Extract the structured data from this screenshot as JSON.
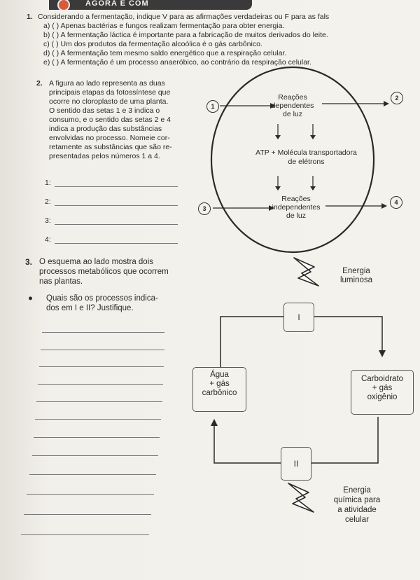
{
  "header": {
    "label": "AGORA É COM"
  },
  "q1": {
    "number": "1.",
    "prompt": "Considerando a fermentação, indique V para as afirmações verdadeiras ou F para as fals",
    "items": [
      "a) (    ) Apenas bactérias e fungos realizam fermentação para obter energia.",
      "b) (    ) A fermentação láctica é importante para a fabricação de muitos derivados do leite.",
      "c) (    ) Um dos produtos da fermentação alcoólica é o gás carbônico.",
      "d) (    ) A fermentação tem mesmo saldo energético que a respiração celular.",
      "e) (    ) A fermentação é um processo anaeróbico, ao contrário da respiração celular."
    ]
  },
  "q2": {
    "number": "2.",
    "lines": [
      "A figura ao lado representa as duas",
      "principais etapas da fotossíntese que",
      "ocorre no cloroplasto de uma planta.",
      "O sentido das setas 1 e 3 indica o",
      "consumo, e o sentido das setas 2 e 4",
      "indica a produção das substâncias",
      "envolvidas no processo. Nomeie cor-",
      "retamente as substâncias que são re-",
      "presentadas pelos números 1 a 4."
    ],
    "answers": [
      "1:",
      "2:",
      "3:",
      "4:"
    ],
    "diagram": {
      "top_reaction": [
        "Reações",
        "dependentes",
        "de luz"
      ],
      "middle": [
        "ATP + Molécula transportadora",
        "de elétrons"
      ],
      "bottom_reaction": [
        "Reações",
        "independentes",
        "de luz"
      ],
      "numbers": [
        "1",
        "2",
        "3",
        "4"
      ]
    }
  },
  "q3": {
    "number": "3.",
    "lines": [
      "O esquema ao lado mostra dois",
      "processos metabólicos que ocorrem",
      "nas plantas."
    ],
    "bullet": [
      "Quais são os processos indica-",
      "dos em I e II? Justifique."
    ],
    "diagram": {
      "energy_top": [
        "Energia",
        "luminosa"
      ],
      "box_top": "I",
      "box_bottom": "II",
      "left_items": [
        "Água",
        "+ gás",
        "carbônico"
      ],
      "right_items": [
        "Carboidrato",
        "+ gás",
        "oxigênio"
      ],
      "energy_bottom": [
        "Energia",
        "química para",
        "a atividade",
        "celular"
      ]
    }
  },
  "colors": {
    "ink": "#2b2a28",
    "paper": "#f4f2ec"
  }
}
